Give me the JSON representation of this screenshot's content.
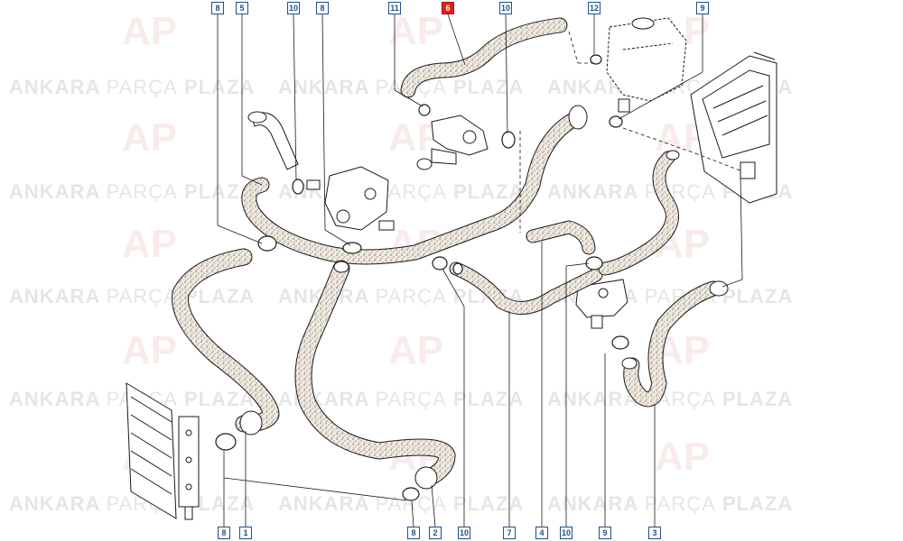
{
  "watermark": {
    "logo": "AP",
    "word1": "ANKARA",
    "word2": "PARÇA",
    "word3": "PLAZA"
  },
  "colors": {
    "callout_border": "#1f4f8a",
    "callout_highlight": "#e02020",
    "hose_fill": "#efe9df",
    "stroke": "#1a1a1a"
  },
  "callouts": {
    "top_8a": "8",
    "top_5": "5",
    "top_10a": "10",
    "top_8b": "8",
    "top_11": "11",
    "top_6": "6",
    "top_10b": "10",
    "top_12": "12",
    "top_9": "9",
    "bottom_8": "8",
    "bottom_1": "1",
    "bottom_8b": "8",
    "bottom_2": "2",
    "bottom_10a": "10",
    "bottom_7": "7",
    "bottom_4": "4",
    "bottom_10b": "10",
    "bottom_9": "9",
    "bottom_3": "3"
  }
}
